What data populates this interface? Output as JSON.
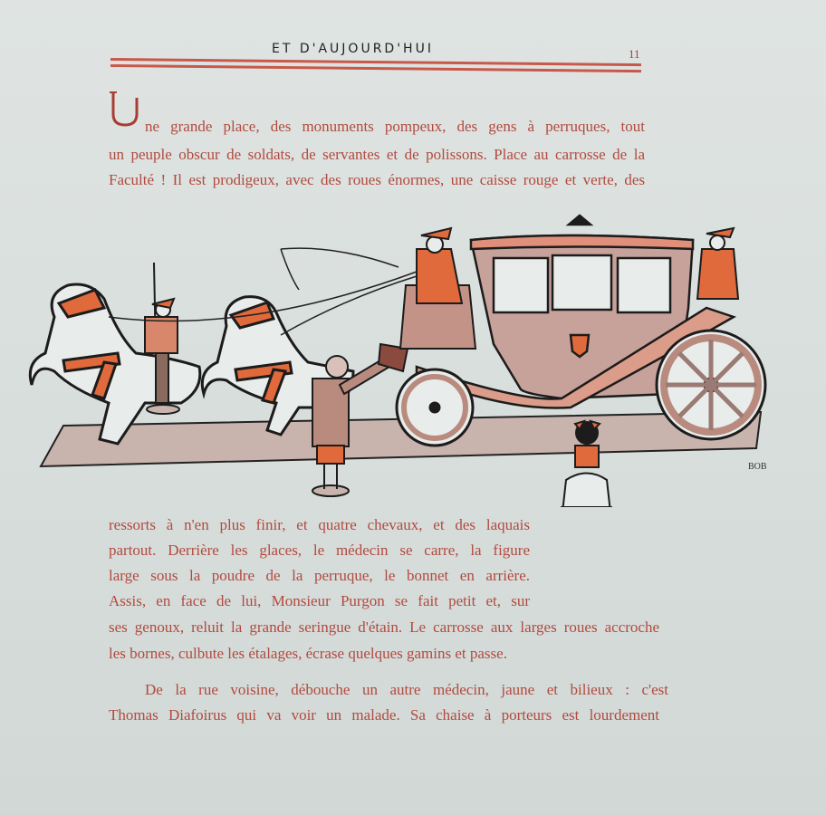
{
  "header": {
    "running_title": "ET D'AUJOURD'HUI",
    "page_number": "11"
  },
  "paragraph1": {
    "drop_cap": "U",
    "lines": [
      "ne grande place, des monuments pompeux, des gens à perruques, tout",
      "un peuple obscur de soldats, de servantes et de polissons. Place au carrosse de la",
      "Faculté ! Il est prodigeux, avec des roues énormes, une caisse rouge et verte, des"
    ]
  },
  "illustration": {
    "description": "Carriage of the Faculty pulled by four horses with lackeys and children",
    "signature": "BOB",
    "colors": {
      "orange": "#e06a3c",
      "pink": "#c9958a",
      "ink": "#1c1c1c",
      "ground": "#bfa8a2"
    }
  },
  "paragraph1_continued": {
    "lines": [
      "ressorts à n'en plus finir, et quatre chevaux, et des laquais",
      "partout. Derrière les glaces, le médecin se carre, la figure",
      "large sous la poudre de la perruque, le bonnet en arrière.",
      "Assis, en face de lui, Monsieur Purgon se fait petit et, sur",
      "ses genoux, reluit la grande seringue d'étain. Le carrosse aux larges roues accroche",
      "les bornes, culbute les étalages, écrase quelques gamins et passe."
    ]
  },
  "paragraph2": {
    "lines": [
      "De la rue voisine, débouche un autre médecin, jaune et bilieux : c'est",
      "Thomas Diafoirus qui va voir un malade. Sa chaise à porteurs est lourdement"
    ]
  },
  "colors": {
    "text": "#b24a3e",
    "rule": "#c8584a",
    "paper": "#dce1df",
    "heading": "#222222"
  }
}
